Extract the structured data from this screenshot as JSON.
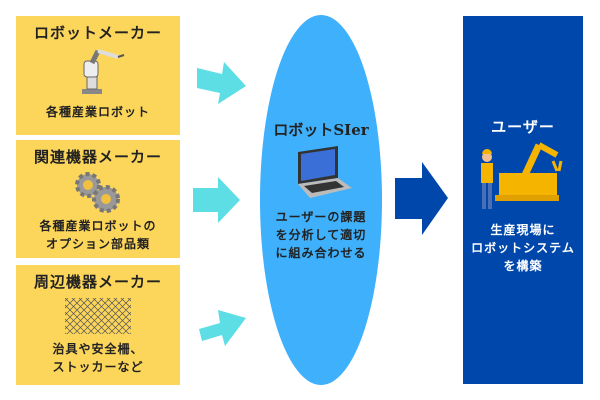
{
  "suppliers": [
    {
      "title": "ロボットメーカー",
      "desc": [
        "各種産業ロボット"
      ],
      "icon": "robot-arm-icon"
    },
    {
      "title": "関連機器メーカー",
      "desc": [
        "各種産業ロボットの",
        "オプション部品類"
      ],
      "icon": "gears-icon"
    },
    {
      "title": "周辺機器メーカー",
      "desc": [
        "治具や安全柵、",
        "ストッカーなど"
      ],
      "icon": "fence-mesh-icon"
    }
  ],
  "sier": {
    "title": "ロボットSIer",
    "desc": [
      "ユーザーの課題",
      "を分析して適切",
      "に組み合わせる"
    ],
    "icon": "laptop-icon"
  },
  "user": {
    "title": "ユーザー",
    "desc": [
      "生産現場に",
      "ロボットシステム",
      "を構築"
    ],
    "icon": "worker-robot-icon"
  },
  "colors": {
    "supplier": "#fcd55b",
    "sier": "#3fb0fb",
    "user": "#0047ab",
    "arrow_small": "#5ddde4",
    "arrow_big": "#0047ab"
  }
}
